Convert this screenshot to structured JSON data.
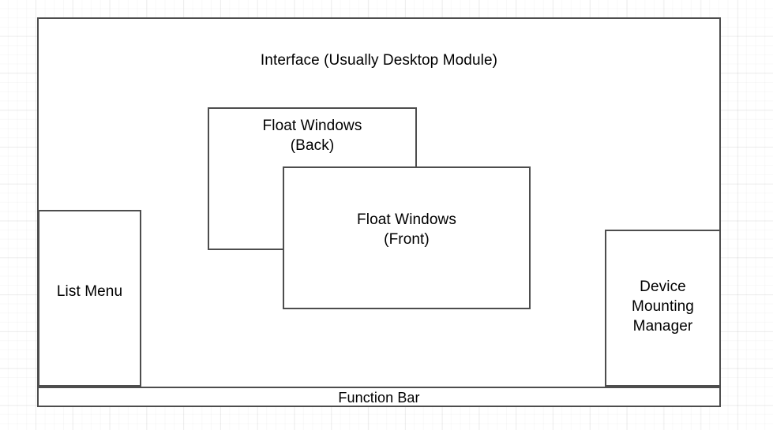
{
  "diagram": {
    "title_text": "Interface (Usually Desktop Module)",
    "nodes": {
      "interface": {
        "label": "Interface (Usually Desktop Module)"
      },
      "float_back": {
        "label": "Float Windows\n(Back)"
      },
      "float_front": {
        "label": "Float Windows\n(Front)"
      },
      "list_menu": {
        "label": "List Menu"
      },
      "device_manager": {
        "label": "Device\nMounting\nManager"
      },
      "function_bar": {
        "label": "Function Bar"
      }
    },
    "colors": {
      "border": "#4d4d4d",
      "fill": "#ffffff",
      "text": "#000000",
      "grid_minor": "#f2f2f2",
      "grid_major": "#e8e8e8",
      "page_background": "#ffffff"
    }
  }
}
